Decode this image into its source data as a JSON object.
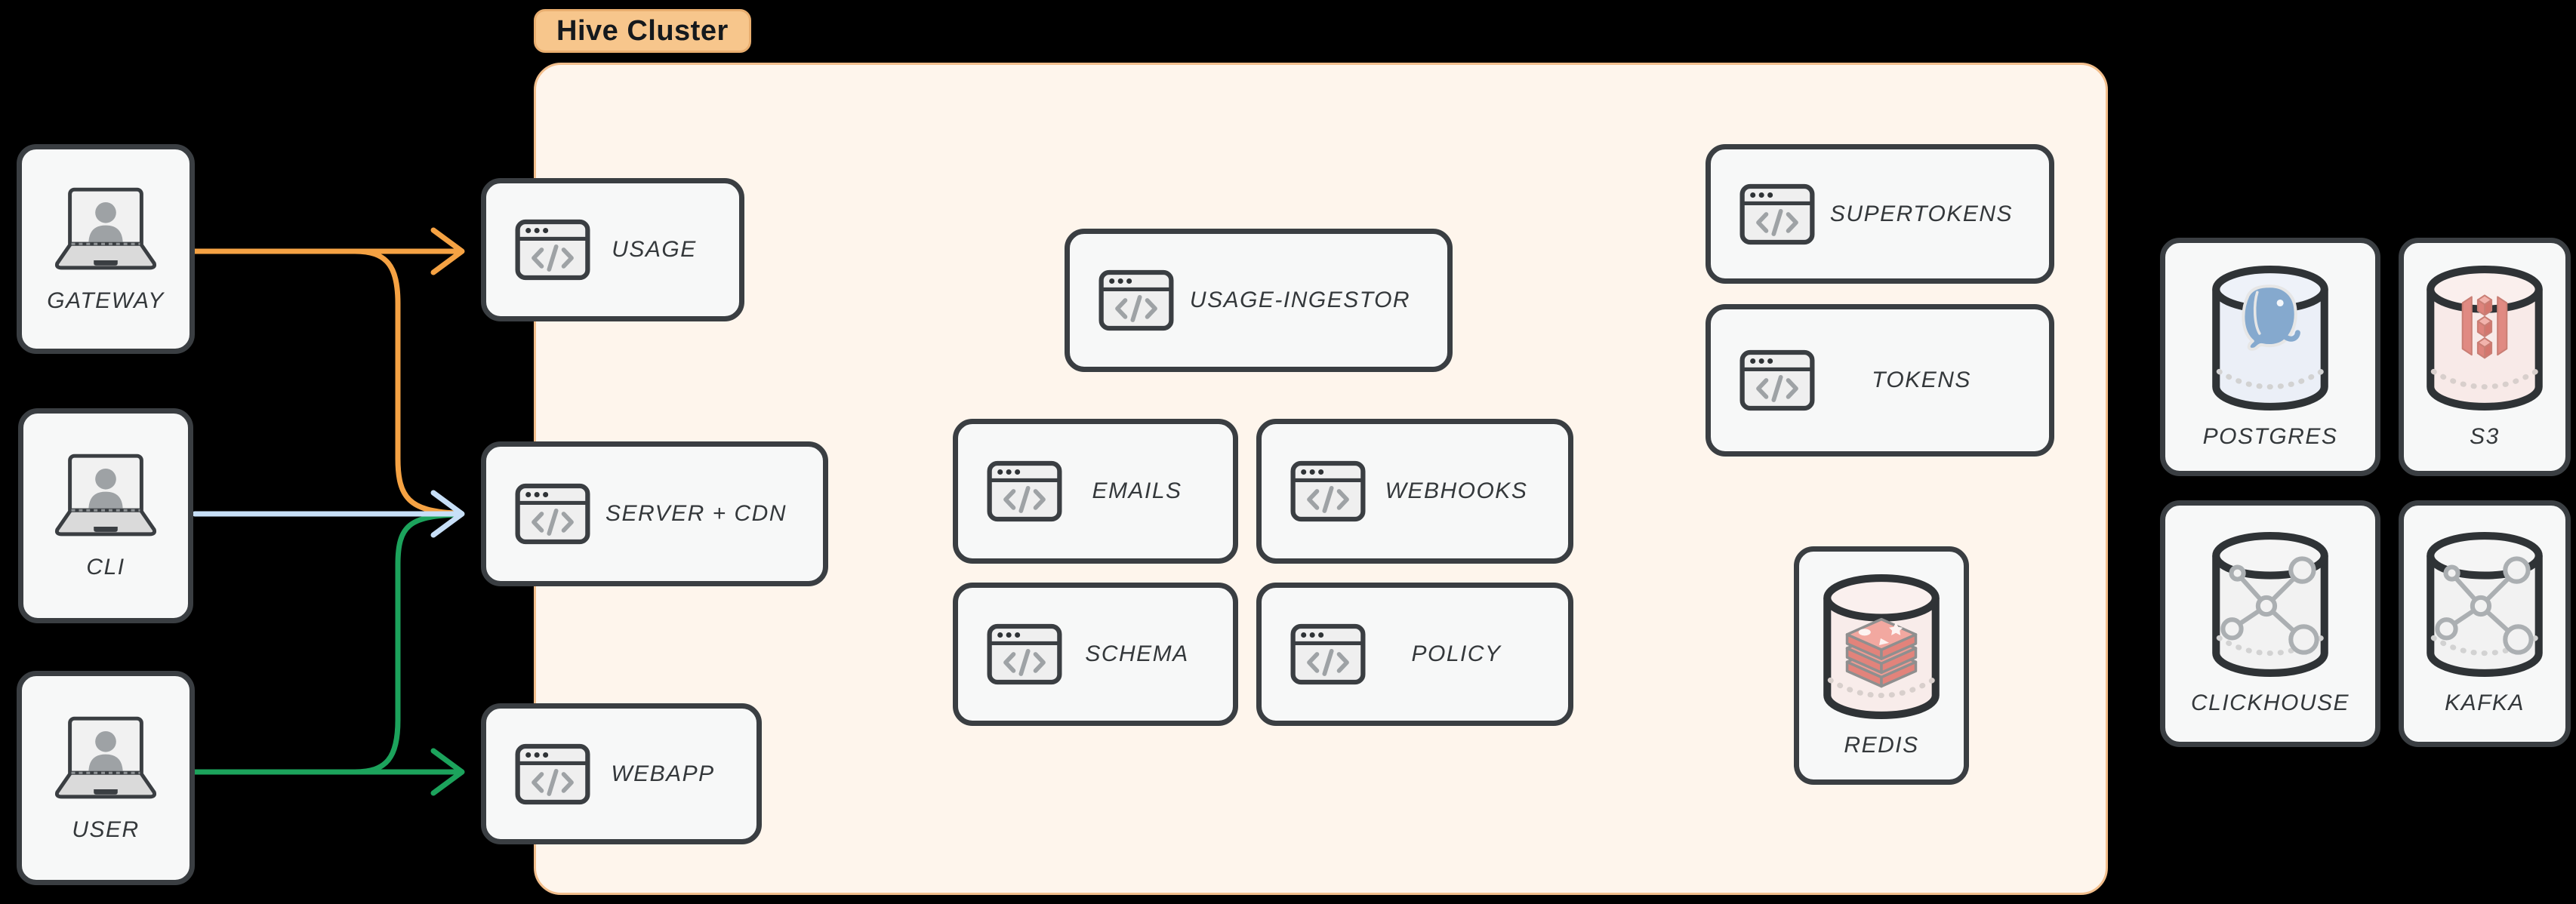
{
  "cluster": {
    "badge_label": "Hive Cluster",
    "background": "#FEF5EC",
    "border_color": "#F2BE8C",
    "badge_background": "#F7C68C"
  },
  "clients": {
    "gateway": {
      "label": "GATEWAY",
      "icon": "laptop-user-icon"
    },
    "cli": {
      "label": "CLI",
      "icon": "laptop-user-icon"
    },
    "user": {
      "label": "USER",
      "icon": "laptop-user-icon"
    }
  },
  "services": {
    "usage": {
      "label": "USAGE",
      "icon": "code-window-icon"
    },
    "server_cdn": {
      "label": "SERVER + CDN",
      "icon": "code-window-icon"
    },
    "webapp": {
      "label": "WEBAPP",
      "icon": "code-window-icon"
    },
    "usage_ingestor": {
      "label": "USAGE-INGESTOR",
      "icon": "code-window-icon"
    },
    "emails": {
      "label": "EMAILS",
      "icon": "code-window-icon"
    },
    "webhooks": {
      "label": "WEBHOOKS",
      "icon": "code-window-icon"
    },
    "schema": {
      "label": "SCHEMA",
      "icon": "code-window-icon"
    },
    "policy": {
      "label": "POLICY",
      "icon": "code-window-icon"
    },
    "supertokens": {
      "label": "SUPERTOKENS",
      "icon": "code-window-icon"
    },
    "tokens": {
      "label": "TOKENS",
      "icon": "code-window-icon"
    }
  },
  "datastores": {
    "redis": {
      "label": "REDIS",
      "icon": "redis-database-icon"
    },
    "postgres": {
      "label": "POSTGRES",
      "icon": "postgres-database-icon"
    },
    "s3": {
      "label": "S3",
      "icon": "s3-database-icon"
    },
    "clickhouse": {
      "label": "CLICKHOUSE",
      "icon": "network-database-icon"
    },
    "kafka": {
      "label": "KAFKA",
      "icon": "network-database-icon"
    }
  },
  "arrows": [
    {
      "from": "GATEWAY",
      "to": "USAGE",
      "color": "#F5A243"
    },
    {
      "from": "GATEWAY",
      "to": "SERVER + CDN",
      "color": "#F5A243"
    },
    {
      "from": "CLI",
      "to": "SERVER + CDN",
      "color": "#C7DFF7"
    },
    {
      "from": "USER",
      "to": "SERVER + CDN",
      "color": "#1CA35C"
    },
    {
      "from": "USER",
      "to": "WEBAPP",
      "color": "#1CA35C"
    }
  ],
  "colors": {
    "background": "#000000",
    "card_background": "#F7F8F8",
    "card_border": "#3A3E42",
    "label_text": "#34383B",
    "icon_gray": "#9EA2A5"
  }
}
